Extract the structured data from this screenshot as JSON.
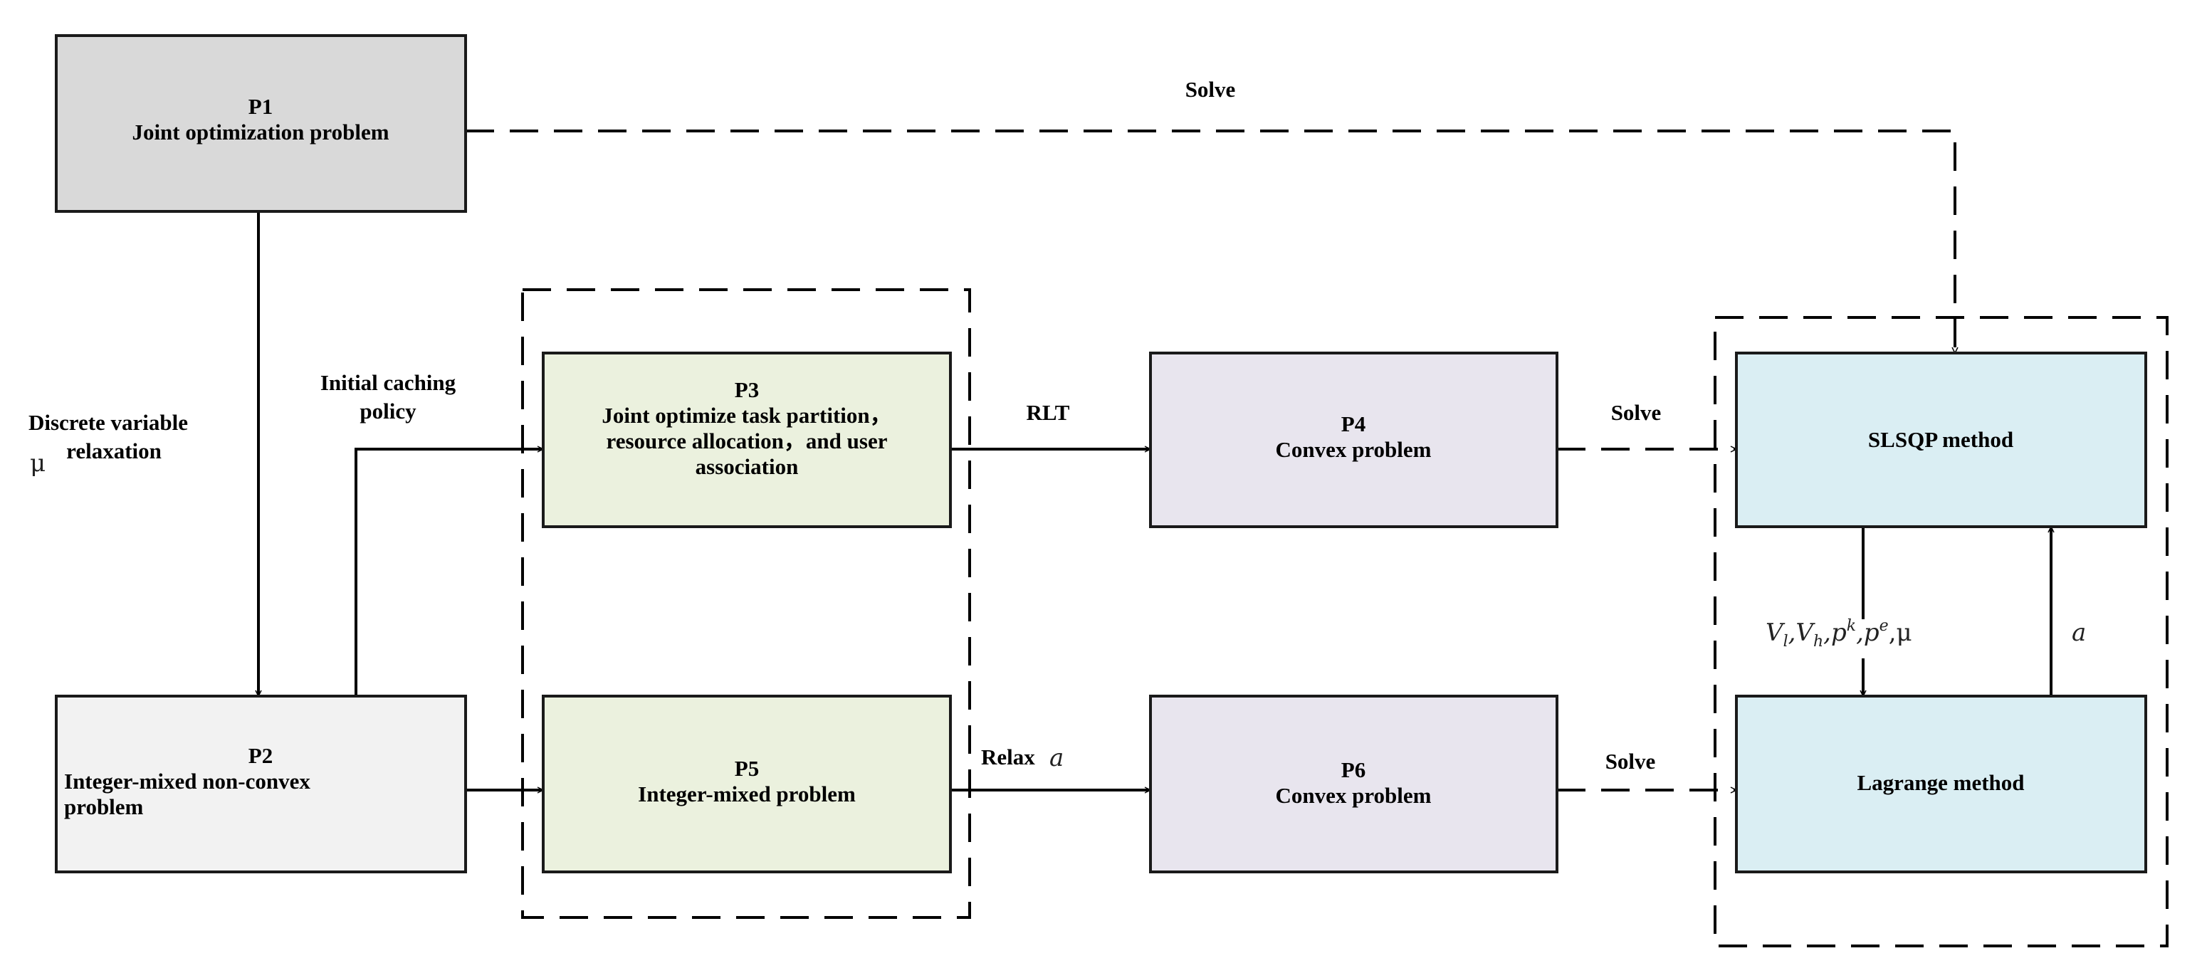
{
  "colors": {
    "p1": "#d9d9d9",
    "p2": "#f2f2f2",
    "green": "#ebf1de",
    "purple": "#e8e5ee",
    "blue": "#daeef3"
  },
  "nodes": {
    "p1": {
      "id": "P1",
      "title": "Joint optimization problem"
    },
    "p2": {
      "id": "P2",
      "title_line1": "Integer-mixed non-convex",
      "title_line2": "problem"
    },
    "p3": {
      "id": "P3",
      "line1": "Joint optimize task partition，",
      "line2": "resource allocation，and user",
      "line3": "association"
    },
    "p4": {
      "id": "P4",
      "title": "Convex problem"
    },
    "p5": {
      "id": "P5",
      "title": "Integer-mixed problem"
    },
    "p6": {
      "id": "P6",
      "title": "Convex problem"
    },
    "slsqp": {
      "title": "SLSQP method"
    },
    "lagrange": {
      "title": "Lagrange method"
    }
  },
  "edges": {
    "p1_solve": "Solve",
    "relax_line1": "Discrete variable",
    "relax_line2": "relaxation",
    "mu": "μ",
    "initial_line1": "Initial caching",
    "initial_line2": "policy",
    "rlt": "RLT",
    "solve_p4": "Solve",
    "relax": "Relax",
    "relax_var": "a",
    "solve_p6": "Solve",
    "down_vars": "Vl,Vh,pk,pe,μ",
    "up_var": "a"
  }
}
